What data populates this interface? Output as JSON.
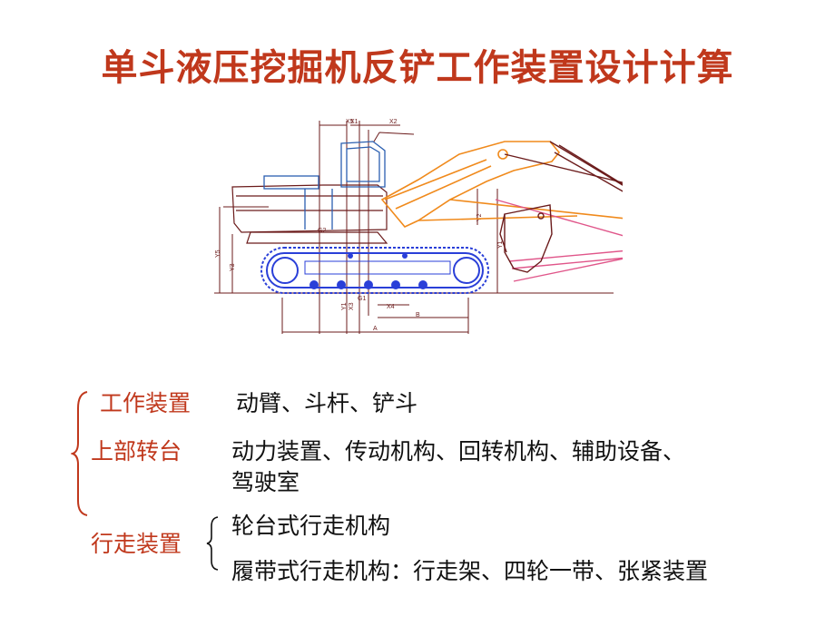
{
  "slide": {
    "title": "单斗液压挖掘机反铲工作装置设计计算"
  },
  "colors": {
    "title": "#c0381c",
    "category": "#c0381c",
    "item": "#111111",
    "boom": "#f08a1c",
    "track": "#2a3fd8",
    "cab": "#2b5fb0",
    "drawing": "#6b1b1b"
  },
  "drawing": {
    "labels": [
      "X5",
      "X1",
      "X2",
      "Y2",
      "Y1",
      "Y5",
      "Y3",
      "G2",
      "G1",
      "X3",
      "Y1",
      "X4",
      "B",
      "A"
    ]
  },
  "sections": [
    {
      "category": "工作装置",
      "items": [
        "动臂、斗杆、铲斗"
      ]
    },
    {
      "category": "上部转台",
      "items": [
        "动力装置、传动机构、回转机构、辅助设备、",
        "驾驶室"
      ]
    },
    {
      "category": "行走装置",
      "items": [
        "轮台式行走机构",
        "履带式行走机构：行走架、四轮一带、张紧装置"
      ]
    }
  ]
}
